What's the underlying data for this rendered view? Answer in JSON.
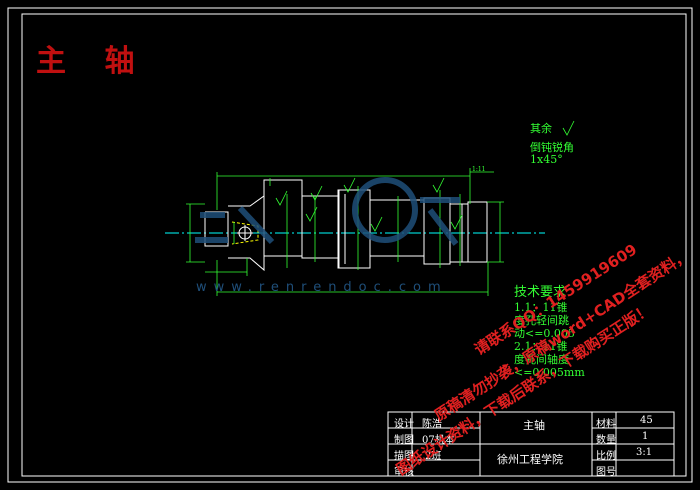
{
  "drawing": {
    "title": "主 轴",
    "notes": [
      "其余",
      "倒钝锐角",
      "1x45°"
    ],
    "tech_requirements": {
      "heading": "技术要求",
      "lines": [
        "1.1：11锥",
        "度孔轻间跳",
        "动<=0.005",
        "2.1：11锥",
        "度孔间轴度",
        "<=0.005mm"
      ]
    },
    "dimension_label": "1:11"
  },
  "title_block": {
    "labels": [
      "设计",
      "制图",
      "描图",
      "审核"
    ],
    "designer": "陈浩",
    "class": "07机本",
    "group": "2班",
    "part_name": "主轴",
    "school": "徐州工程学院",
    "material_label": "材料",
    "material_value": "45",
    "count_label": "数量",
    "count_value": "1",
    "scale_label": "比例",
    "scale_value": "3:1",
    "drawing_no_label": "图号"
  },
  "watermarks": {
    "url": "www.renrendoc.com",
    "notices": [
      "原稿清勿抄袭，原稿word+CAD全套资料，",
      "请联系QQ：1459919609",
      "图纸设计资料，下载后联系，下载购买正版！"
    ]
  },
  "colors": {
    "background": "#000000",
    "outline": "#ffffff",
    "dimension": "#33ff33",
    "centerline": "#00ffff",
    "title": "#c01010",
    "watermark": "#e02020"
  }
}
